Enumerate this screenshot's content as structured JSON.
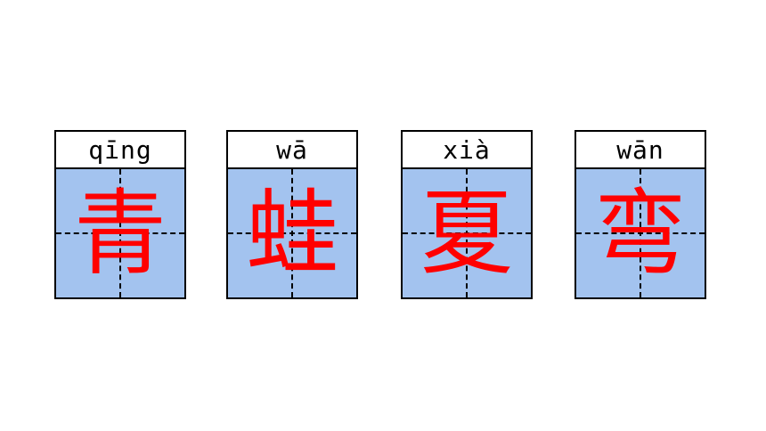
{
  "cards": [
    {
      "pinyin": "qīng",
      "hanzi": "青"
    },
    {
      "pinyin": "wā",
      "hanzi": "蛙"
    },
    {
      "pinyin": "xià",
      "hanzi": "夏"
    },
    {
      "pinyin": "wān",
      "hanzi": "弯"
    }
  ],
  "colors": {
    "grid_fill": "#a3c3ef",
    "character": "#ff0000",
    "border": "#000000"
  }
}
